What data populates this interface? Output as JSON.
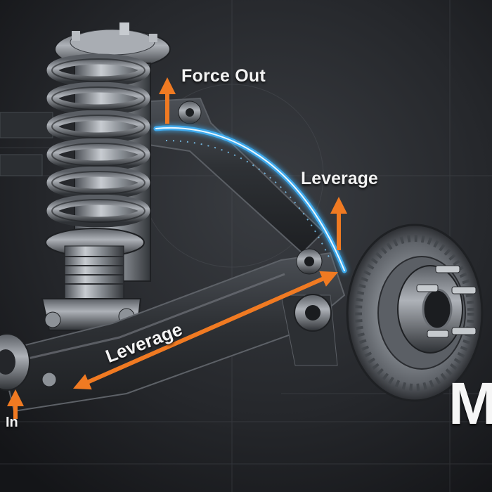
{
  "labels": {
    "force_out": "Force Out",
    "leverage_top": "Leverage",
    "leverage_arm": "Leverage",
    "force_in": "In",
    "brand_fragment": "M"
  },
  "icons": [
    "coil-spring-icon",
    "brake-disc-icon",
    "control-arm-icon",
    "force-arrow-icon"
  ],
  "colors": {
    "background": "#1a1c1f",
    "arrow_orange": "#f07a22",
    "glow_blue": "#3fb6ff",
    "metal": "#9a9fa5",
    "text": "#f3f3f3"
  }
}
